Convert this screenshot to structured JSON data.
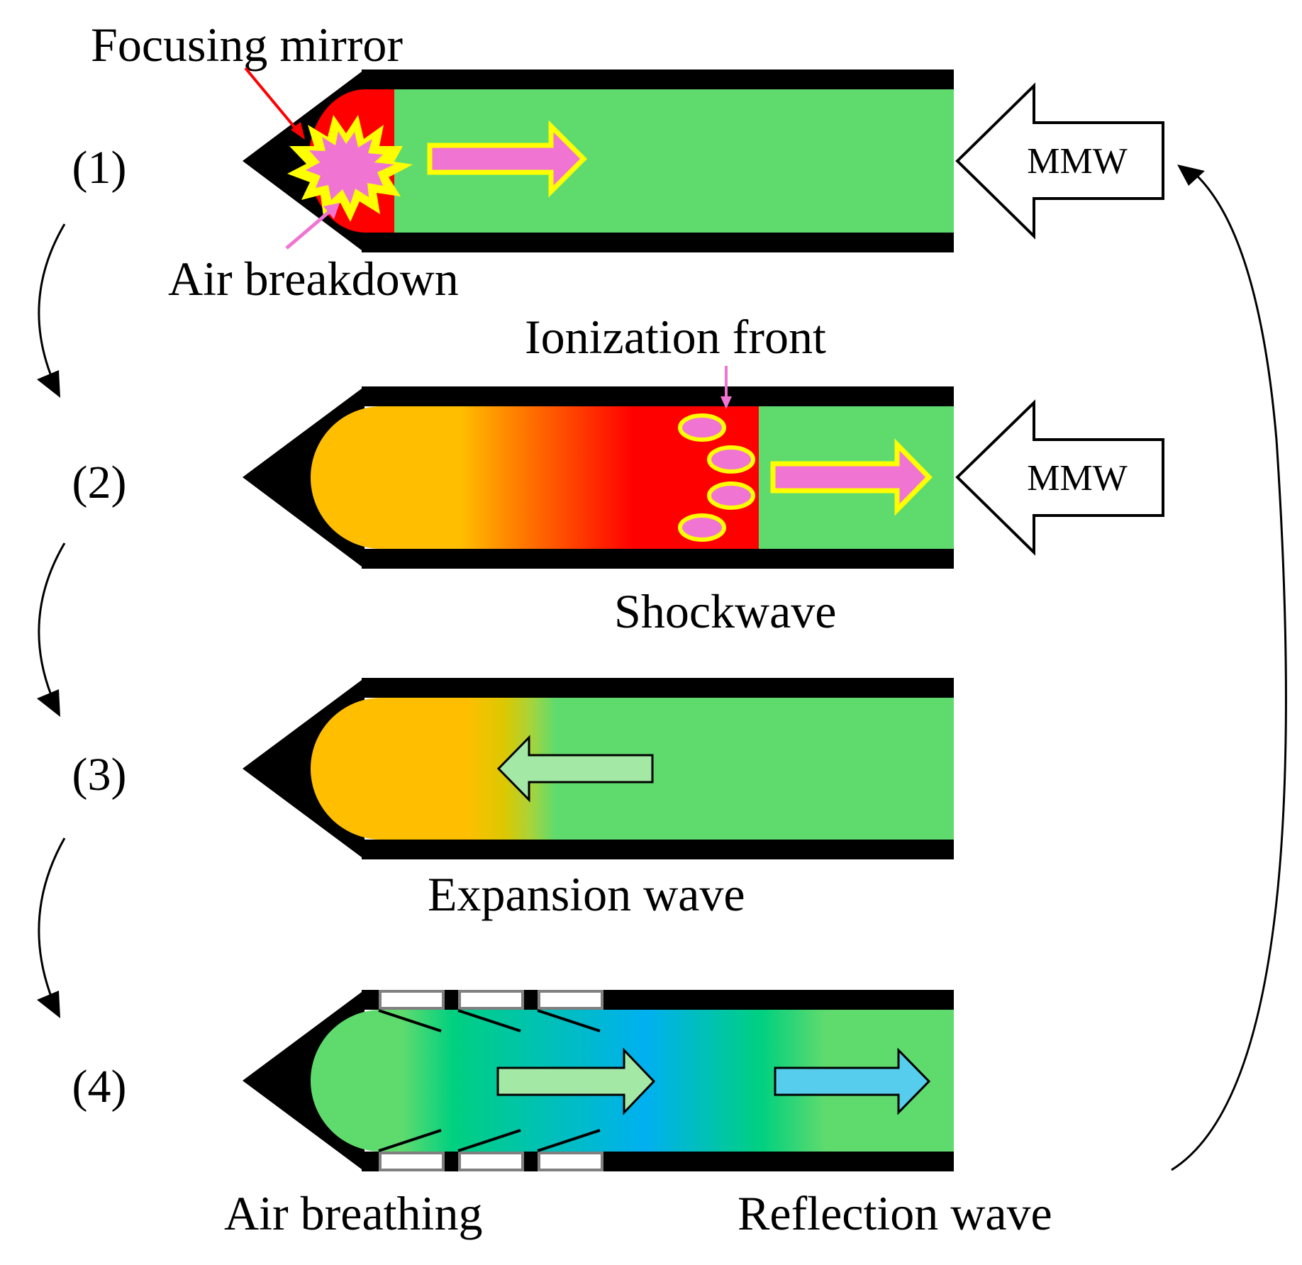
{
  "labels": {
    "focusing_mirror": "Focusing mirror",
    "air_breakdown": "Air breakdown",
    "ionization_front": "Ionization front",
    "shockwave": "Shockwave",
    "expansion_wave": "Expansion wave",
    "air_breathing": "Air breathing",
    "reflection_wave": "Reflection wave",
    "mmw": "MMW"
  },
  "stages": [
    {
      "number": "(1)"
    },
    {
      "number": "(2)"
    },
    {
      "number": "(3)"
    },
    {
      "number": "(4)"
    }
  ],
  "colors": {
    "wall": "#000000",
    "air": "#5fdb6e",
    "plasma": "#ff0000",
    "hot_gas": "#ffbf00",
    "flash": "#ffff00",
    "flash_core": "#f075d2",
    "blast_arrow": "#f075d2",
    "blast_arrow_outline": "#ffff00",
    "expansion_arrow": "#a3e8a5",
    "breathing_arrow": "#a3e8a5",
    "reflection_arrow": "#56cdec",
    "cold_gas": "#00b0f0",
    "fresh_air": "#00d080",
    "pointer_red": "#ff0000",
    "pointer_pink": "#f075d2"
  },
  "icons": {
    "mmw": "hollow-left-arrow",
    "cycle": "curved-arrow",
    "inlet": "inlet-valve"
  }
}
